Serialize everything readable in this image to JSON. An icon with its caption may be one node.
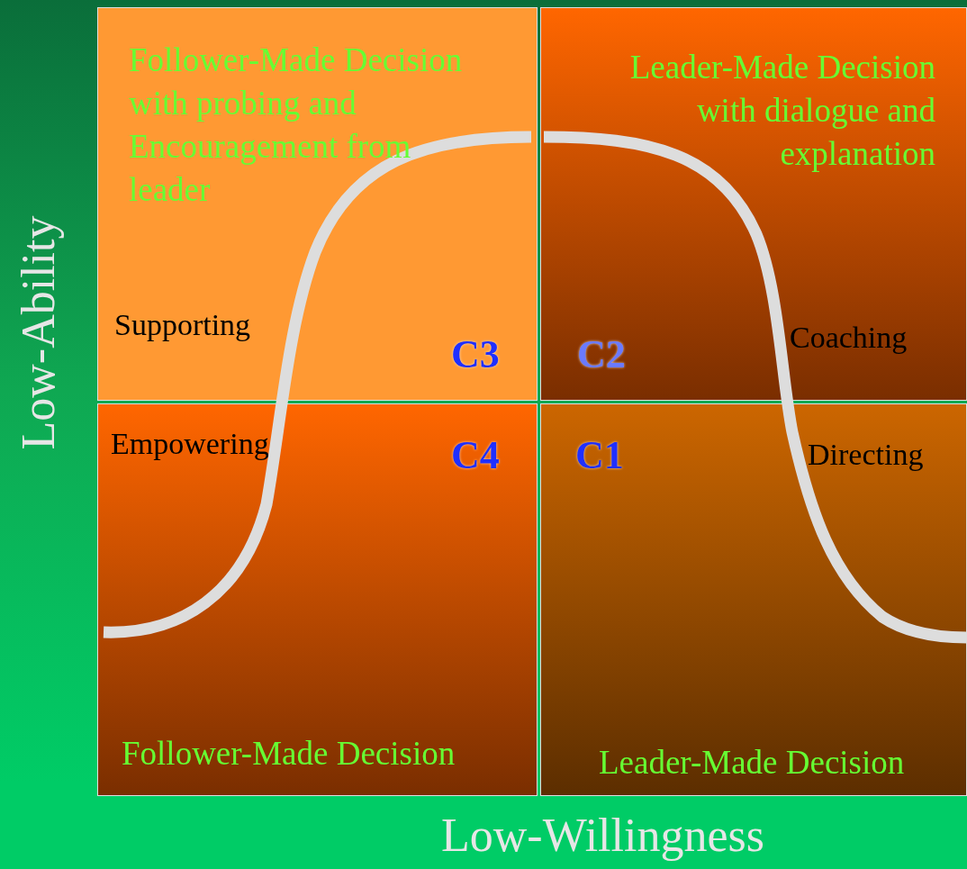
{
  "diagram": {
    "nodes": [
      {
        "text": [
          "Follower-Made Decision with probing and Encouragement from leader",
          "Supporting",
          "C3"
        ]
      },
      {
        "text": [
          "Leader-Made Decision with dialogue and explanation",
          "Coaching",
          "C2"
        ]
      },
      {
        "text": [
          "Empowering",
          "C4",
          "Follower-Made Decision"
        ]
      },
      {
        "text": [
          "C1",
          "Directing",
          "Leader-Made Decision"
        ]
      }
    ],
    "labels": [
      "Low-Ability",
      "Low-Willingness"
    ]
  }
}
